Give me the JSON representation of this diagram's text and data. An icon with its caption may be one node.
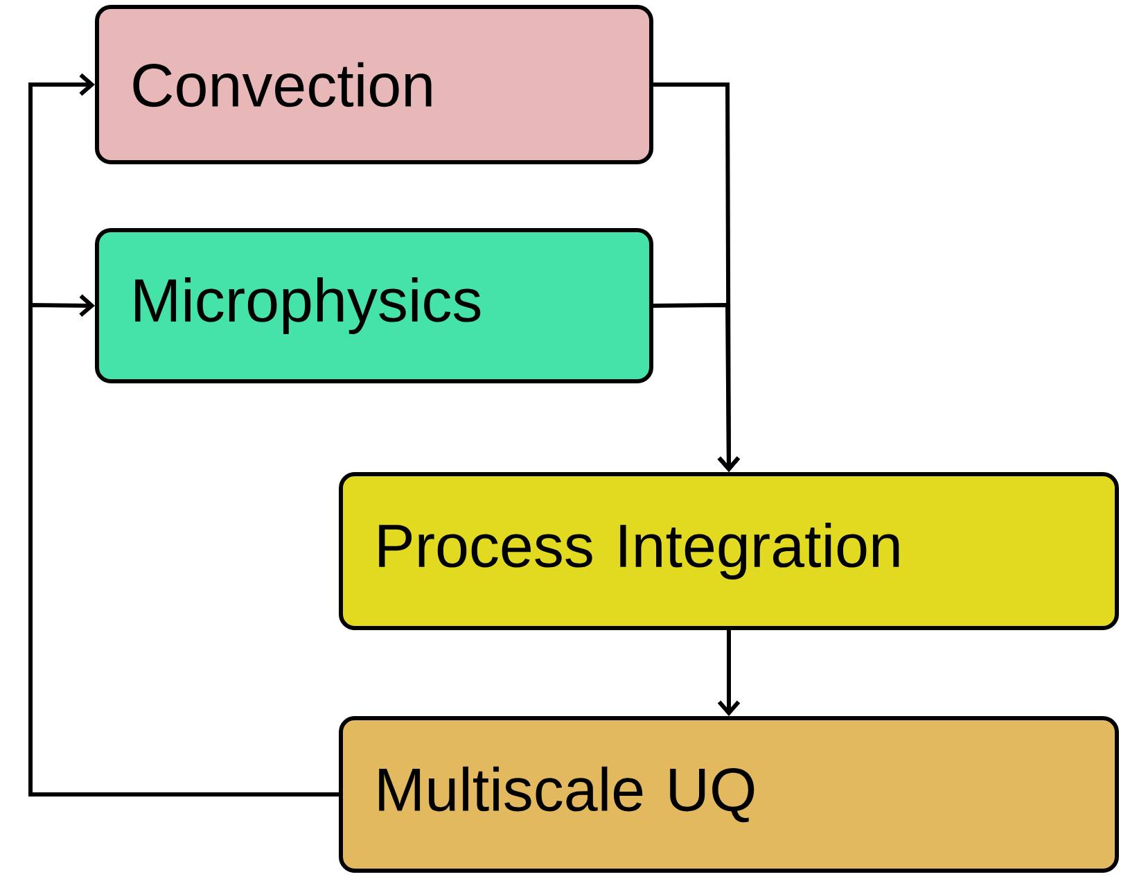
{
  "diagram": {
    "nodes": [
      {
        "text": [
          "Convection"
        ]
      },
      {
        "text": [
          "Microphysics"
        ]
      },
      {
        "text": [
          "Process Integration"
        ]
      },
      {
        "text": [
          "Multiscale UQ"
        ]
      }
    ],
    "edges": [
      {
        "from": 0,
        "to": 2,
        "arrow": "to"
      },
      {
        "from": 1,
        "to": 2,
        "arrow": "to"
      },
      {
        "from": 2,
        "to": 3,
        "arrow": "to"
      },
      {
        "from": 3,
        "to": 0,
        "arrow": "to"
      },
      {
        "from": 3,
        "to": 1,
        "arrow": "to"
      }
    ]
  }
}
